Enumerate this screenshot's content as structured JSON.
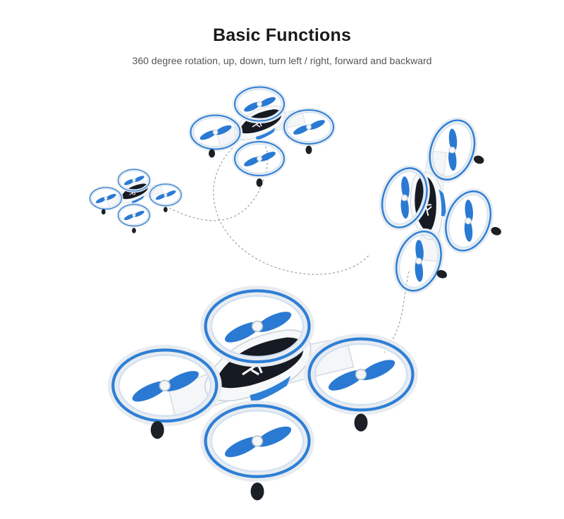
{
  "header": {
    "title": "Basic Functions",
    "subtitle": "360 degree rotation, up, down, turn left / right, forward and backward"
  },
  "drone": {
    "logo_text": "FI",
    "frame_color": "#f4f6f8",
    "ring_color": "#2e7fd6",
    "propeller_color": "#2a7ad4",
    "canopy_color": "#161a22"
  }
}
